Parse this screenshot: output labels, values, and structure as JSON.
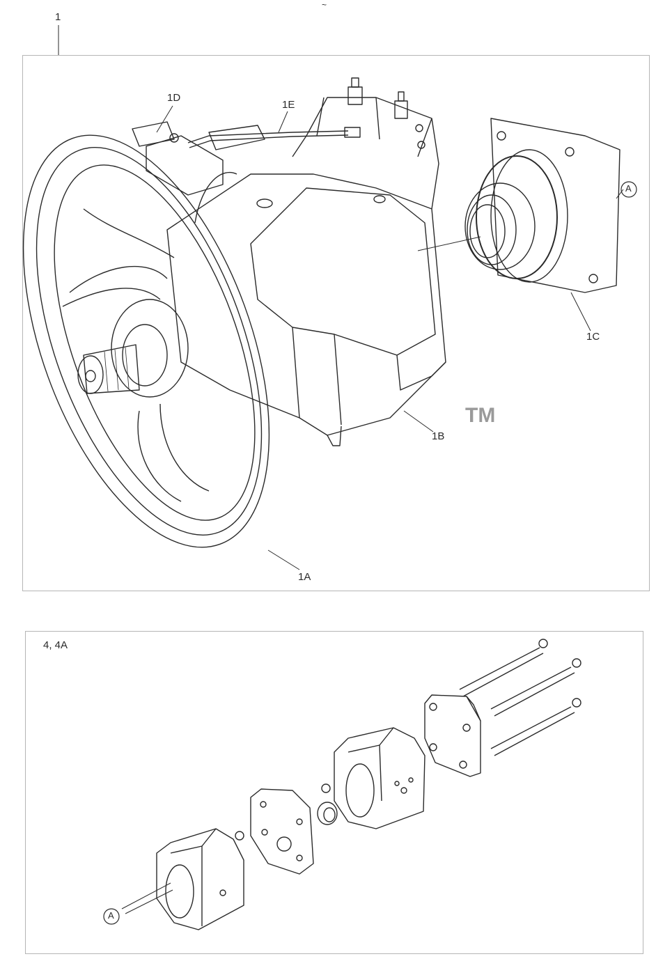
{
  "header": {
    "mark": "~"
  },
  "assembly_1": {
    "item_number": "1",
    "callouts": {
      "c1D": "1D",
      "c1E": "1E",
      "cA": "A",
      "c1C": "1C",
      "c1B": "1B",
      "c1A": "1A"
    }
  },
  "assembly_4": {
    "item_number": "4, 4A",
    "callouts": {
      "cA": "A"
    }
  },
  "watermark": {
    "tm": "TM"
  }
}
